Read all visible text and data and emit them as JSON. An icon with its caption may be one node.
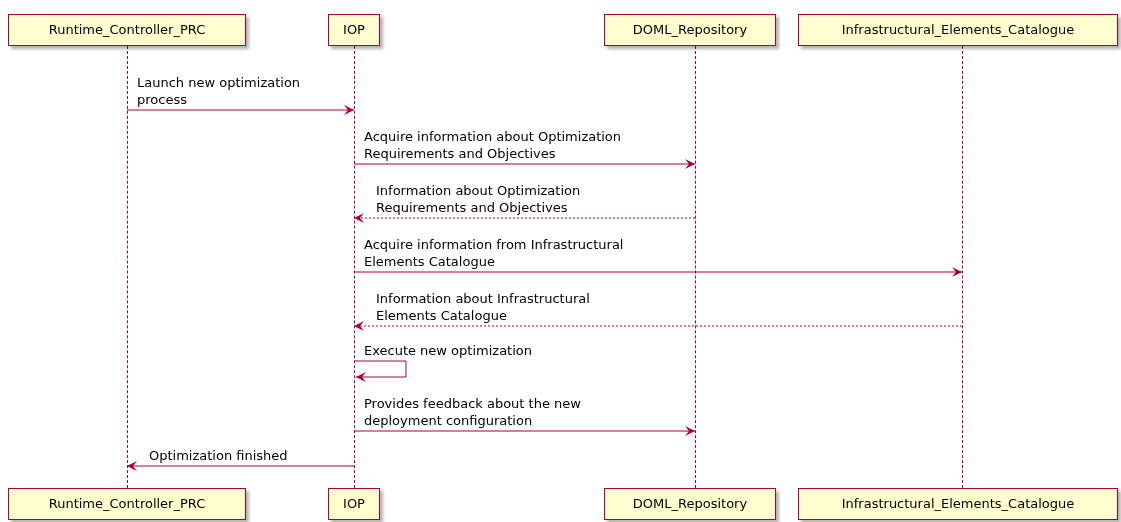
{
  "diagram": {
    "nodes": [
      {
        "text": [
          "Runtime_Controller_PRC"
        ]
      },
      {
        "text": [
          "IOP"
        ]
      },
      {
        "text": [
          "DOML_Repository"
        ]
      },
      {
        "text": [
          "Infrastructural_Elements_Catalogue"
        ]
      },
      {
        "text": [
          "Runtime_Controller_PRC"
        ]
      },
      {
        "text": [
          "IOP"
        ]
      },
      {
        "text": [
          "DOML_Repository"
        ]
      },
      {
        "text": [
          "Infrastructural_Elements_Catalogue"
        ]
      },
      {
        "text": [],
        "shape": "line"
      },
      {
        "text": [],
        "shape": "line"
      },
      {
        "text": [],
        "shape": "line"
      },
      {
        "text": [],
        "shape": "line"
      }
    ],
    "edges": [
      {
        "from": 8,
        "to": 9,
        "arrow": "to",
        "label": "Launch new optimization process"
      },
      {
        "from": 9,
        "to": 10,
        "arrow": "to",
        "label": "Acquire information about Optimization Requirements and Objectives"
      },
      {
        "from": 10,
        "to": 9,
        "arrow": "to",
        "style": "dashed",
        "label": "Information about Optimization Requirements and Objectives"
      },
      {
        "from": 9,
        "to": 11,
        "arrow": "to",
        "label": "Acquire information from Infrastructural Elements Catalogue"
      },
      {
        "from": 11,
        "to": 9,
        "arrow": "to",
        "style": "dashed",
        "label": "Information about Infrastructural Elements Catalogue"
      },
      {
        "from": 9,
        "to": 9,
        "arrow": "to",
        "label": "Execute new optimization"
      },
      {
        "from": 9,
        "to": 10,
        "arrow": "to",
        "label": "Provides feedback about the new deployment configuration"
      },
      {
        "from": 9,
        "to": 8,
        "arrow": "to",
        "label": "Optimization finished"
      }
    ]
  }
}
